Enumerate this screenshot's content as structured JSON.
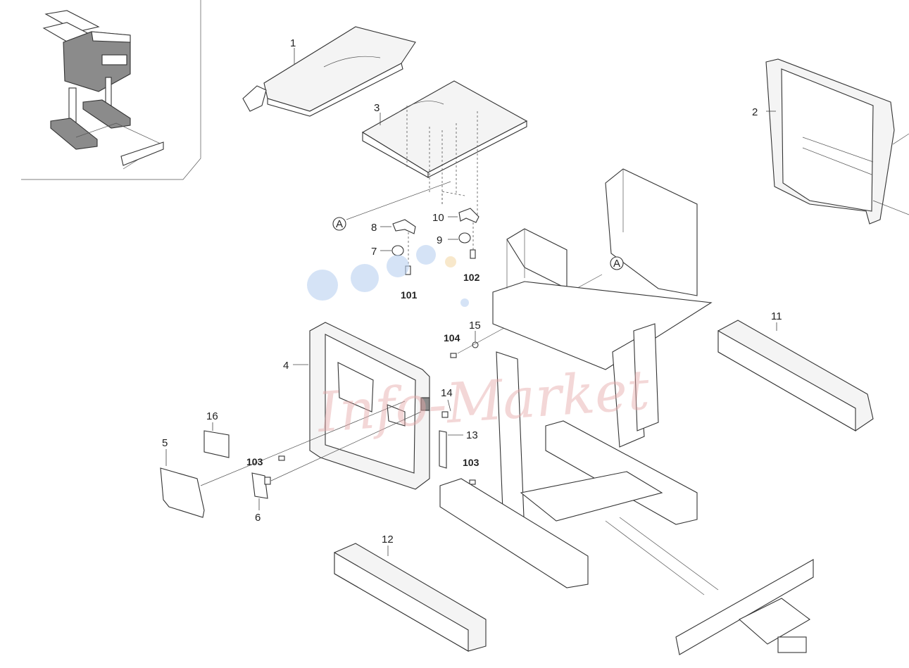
{
  "labels": {
    "p1": "1",
    "p2": "2",
    "p3": "3",
    "p4": "4",
    "p5": "5",
    "p6": "6",
    "p7": "7",
    "p8": "8",
    "p9": "9",
    "p10": "10",
    "p11": "11",
    "p12": "12",
    "p13": "13",
    "p14": "14",
    "p15": "15",
    "p16": "16",
    "s101": "101",
    "s102": "102",
    "s103a": "103",
    "s103b": "103",
    "s104": "104",
    "refA1": "A",
    "refA2": "A"
  },
  "watermark": "Info-Market",
  "colors": {
    "line": "#333333",
    "dark_part": "#8b8b8b",
    "watermark": "#e6a8a8"
  }
}
